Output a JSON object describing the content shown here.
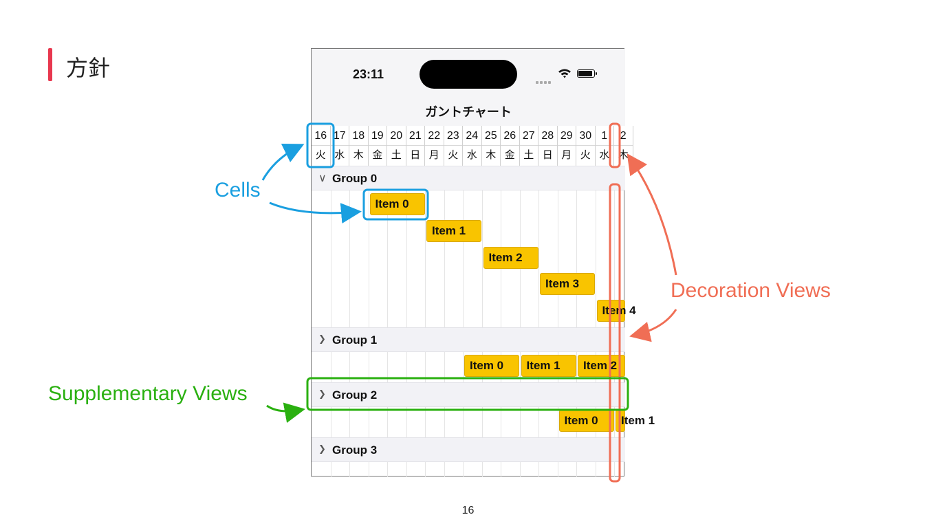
{
  "slide": {
    "title": "方針",
    "page_number": "16"
  },
  "phone": {
    "status": {
      "time": "23:11"
    },
    "nav_title": "ガントチャート",
    "days": [
      {
        "num": "16",
        "wd": "火"
      },
      {
        "num": "17",
        "wd": "水"
      },
      {
        "num": "18",
        "wd": "木"
      },
      {
        "num": "19",
        "wd": "金"
      },
      {
        "num": "20",
        "wd": "土"
      },
      {
        "num": "21",
        "wd": "日"
      },
      {
        "num": "22",
        "wd": "月"
      },
      {
        "num": "23",
        "wd": "火"
      },
      {
        "num": "24",
        "wd": "水"
      },
      {
        "num": "25",
        "wd": "木"
      },
      {
        "num": "26",
        "wd": "金"
      },
      {
        "num": "27",
        "wd": "土"
      },
      {
        "num": "28",
        "wd": "日"
      },
      {
        "num": "29",
        "wd": "月"
      },
      {
        "num": "30",
        "wd": "火"
      },
      {
        "num": "1",
        "wd": "水"
      },
      {
        "num": "2",
        "wd": "木"
      }
    ],
    "groups": [
      {
        "label": "Group 0",
        "expanded": true,
        "items": [
          "Item 0",
          "Item 1",
          "Item 2",
          "Item 3",
          "Item 4"
        ]
      },
      {
        "label": "Group 1",
        "expanded": false,
        "items": [
          "Item 0",
          "Item 1",
          "Item 2"
        ]
      },
      {
        "label": "Group 2",
        "expanded": false,
        "items": [
          "Item 0",
          "Item 1"
        ]
      },
      {
        "label": "Group 3",
        "expanded": false,
        "items": []
      }
    ],
    "bar_color": "#f9c400"
  },
  "annotations": {
    "cells": "Cells",
    "decoration_views": "Decoration Views",
    "supplementary_views": "Supplementary Views",
    "colors": {
      "cells": "#1a9fe0",
      "decoration": "#f06e55",
      "supplementary": "#2ab010"
    }
  }
}
